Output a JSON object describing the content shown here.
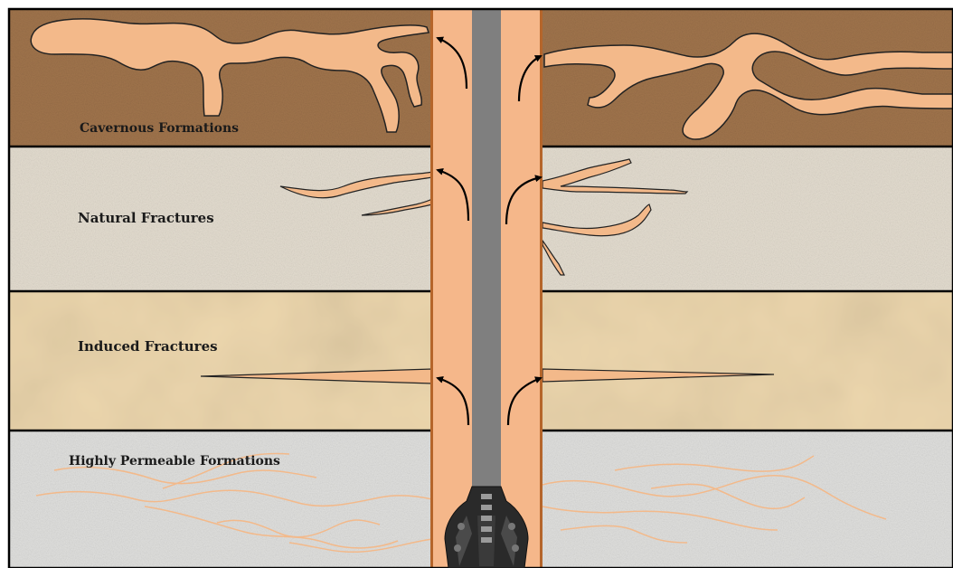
{
  "layers": [
    {
      "label": "Cavernous Formations",
      "base_color": "#a0744c",
      "fill_color": "#f3b98a"
    },
    {
      "label": "Natural Fractures",
      "base_color": "#e4ddd0",
      "fill_color": "#f3b98a"
    },
    {
      "label": "Induced Fractures",
      "base_color": "#ecd6ad",
      "fill_color": "#f3b98a"
    },
    {
      "label": "Highly Permeable Formations",
      "base_color": "#e0e0de",
      "fill_color": "#f3b98a"
    }
  ],
  "colors": {
    "annulus": "#f5b78a",
    "annulus_edge": "#b5652a",
    "drill_pipe": "#7f7f7f",
    "layer_border": "#000000",
    "flow_arrow": "#000000",
    "drill_bit": "#2a2a2a"
  },
  "icons": {
    "flow_arrow": "curved-arrow-icon",
    "drill_bit": "drill-bit-icon"
  }
}
